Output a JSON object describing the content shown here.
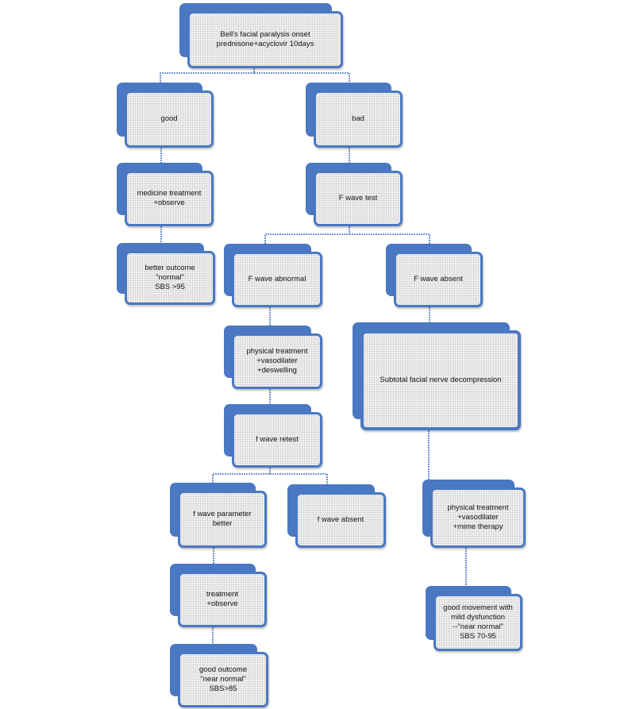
{
  "diagram": {
    "colors": {
      "box_border": "#4a78c2",
      "box_fill": "#f1f1f1",
      "connector": "#4a78c2"
    },
    "nodes": {
      "onset": {
        "lines": [
          "Bell's facial paralysis onset",
          "prednisone+acyclovir 10days"
        ]
      },
      "good": {
        "lines": [
          "good"
        ]
      },
      "bad": {
        "lines": [
          "bad"
        ]
      },
      "medicine": {
        "lines": [
          "medicine treatment",
          "+observe"
        ]
      },
      "fwave_test": {
        "lines": [
          "F wave test"
        ]
      },
      "better_outcome": {
        "lines": [
          "better outcome",
          "\"normal\"",
          "SBS >95"
        ]
      },
      "fwave_abnormal": {
        "lines": [
          "F wave abnormal"
        ]
      },
      "fwave_absent_1": {
        "lines": [
          "F wave absent"
        ]
      },
      "physical_1": {
        "lines": [
          "physical treatment",
          "+vasodilater",
          "+deswelling"
        ]
      },
      "decompression": {
        "lines": [
          "Subtotal facial nerve decompression"
        ]
      },
      "fwave_retest": {
        "lines": [
          "f wave retest"
        ]
      },
      "param_better": {
        "lines": [
          "f wave parameter",
          "better"
        ]
      },
      "fwave_absent_2": {
        "lines": [
          "f wave absent"
        ]
      },
      "physical_2": {
        "lines": [
          "physical treatment",
          "+vasodilater",
          "+mime therapy"
        ]
      },
      "treatment_observe": {
        "lines": [
          "treatment",
          "+observe"
        ]
      },
      "good_movement": {
        "lines": [
          "good movement with",
          "mild dysfunction",
          "--\"near normal\"",
          "SBS 70-95"
        ]
      },
      "good_outcome": {
        "lines": [
          "good outcome",
          "\"near normal\"",
          "SBS>85"
        ]
      }
    }
  }
}
